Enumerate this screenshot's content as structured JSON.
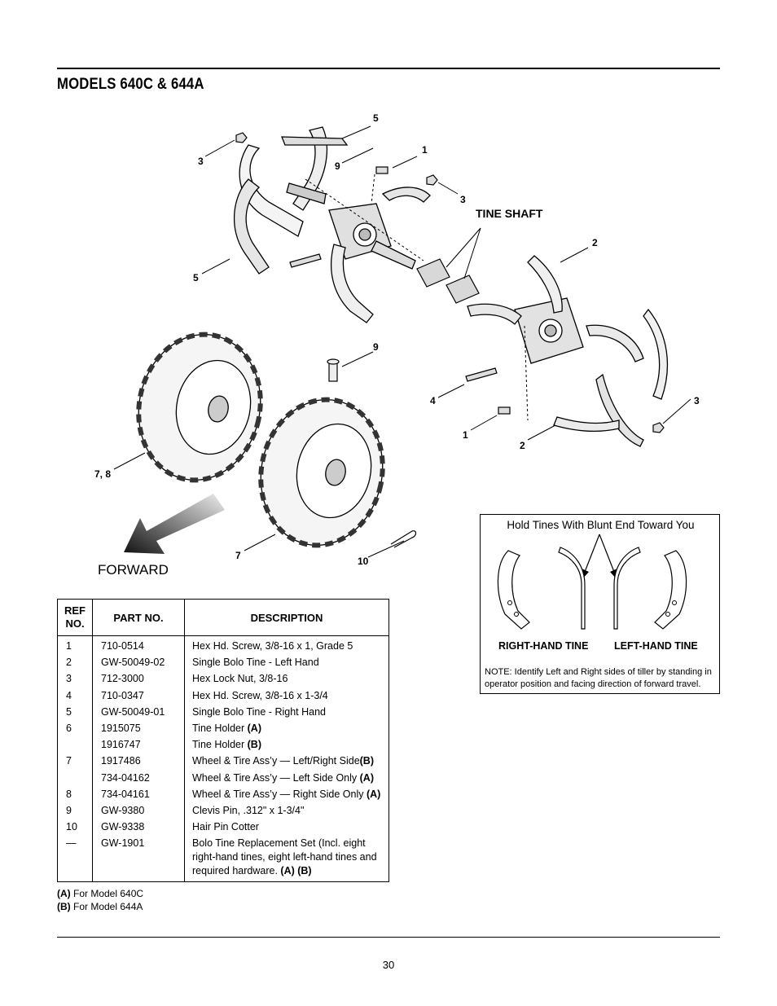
{
  "page": {
    "title": "MODELS 640C & 644A",
    "page_number": "30"
  },
  "diagram": {
    "callouts": [
      "5",
      "3",
      "9",
      "1",
      "3",
      "5",
      "2",
      "9",
      "4",
      "3",
      "1",
      "2",
      "7, 8",
      "7",
      "10"
    ],
    "tine_shaft_label": "TINE SHAFT",
    "forward_label": "FORWARD"
  },
  "parts_table": {
    "headers": {
      "ref_line1": "REF",
      "ref_line2": "NO.",
      "part": "PART NO.",
      "description": "DESCRIPTION"
    },
    "rows": [
      {
        "ref": "1",
        "part": "710-0514",
        "desc": "Hex Hd. Screw, 3/8-16 x 1, Grade 5",
        "suffix": ""
      },
      {
        "ref": "2",
        "part": "GW-50049-02",
        "desc": "Single Bolo Tine - Left Hand",
        "suffix": ""
      },
      {
        "ref": "3",
        "part": "712-3000",
        "desc": "Hex Lock Nut, 3/8-16",
        "suffix": ""
      },
      {
        "ref": "4",
        "part": "710-0347",
        "desc": "Hex Hd. Screw, 3/8-16 x 1-3/4",
        "suffix": ""
      },
      {
        "ref": "5",
        "part": "GW-50049-01",
        "desc": "Single Bolo Tine - Right Hand",
        "suffix": ""
      },
      {
        "ref": "6",
        "part": "1915075",
        "desc": "Tine Holder ",
        "suffix": "(A)"
      },
      {
        "ref": "",
        "part": "1916747",
        "desc": "Tine Holder ",
        "suffix": "(B)"
      },
      {
        "ref": "7",
        "part": "1917486",
        "desc": "Wheel & Tire Ass’y — Left/Right Side",
        "suffix": "(B)"
      },
      {
        "ref": "",
        "part": "734-04162",
        "desc": "Wheel & Tire Ass’y — Left Side Only ",
        "suffix": "(A)"
      },
      {
        "ref": "8",
        "part": "734-04161",
        "desc": "Wheel & Tire Ass’y — Right Side Only ",
        "suffix": "(A)"
      },
      {
        "ref": "9",
        "part": "GW-9380",
        "desc": "Clevis Pin, .312\" x 1-3/4\"",
        "suffix": ""
      },
      {
        "ref": "10",
        "part": "GW-9338",
        "desc": "Hair Pin Cotter",
        "suffix": ""
      },
      {
        "ref": "—",
        "part": "GW-1901",
        "desc": "Bolo Tine Replacement Set (Incl. eight right-hand tines, eight left-hand tines and required hardware.  ",
        "suffix": "(A) (B)"
      }
    ]
  },
  "footnotes": [
    {
      "key": "(A)",
      "text": " For Model 640C"
    },
    {
      "key": "(B)",
      "text": " For Model 644A"
    }
  ],
  "tine_box": {
    "title": "Hold Tines With Blunt End Toward You",
    "right_label": "RIGHT-HAND TINE",
    "left_label": "LEFT-HAND TINE",
    "note": "NOTE: Identify Left and Right sides of tiller by standing in operator position and facing direction of forward travel."
  }
}
